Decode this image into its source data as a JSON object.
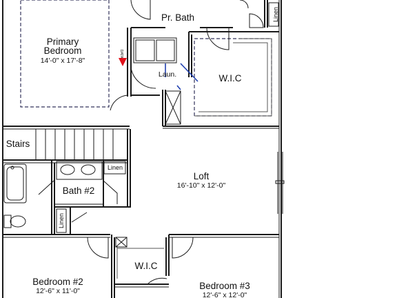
{
  "colors": {
    "wall": "#1a1a1a",
    "dashed": "#33335a",
    "door_highlight": "#1f3fb0",
    "marker": "#e0101a"
  },
  "rooms": {
    "primary_bedroom": {
      "name_line1": "Primary",
      "name_line2": "Bedroom",
      "dimensions": "14'-0\" x 17'-8\""
    },
    "primary_bath": {
      "name": "Pr. Bath"
    },
    "laundry": {
      "name": "Laun."
    },
    "wic_primary": {
      "name": "W.I.C"
    },
    "stairs": {
      "name": "Stairs"
    },
    "bath_2": {
      "name": "Bath #2"
    },
    "linen_top": {
      "name": "Linen"
    },
    "linen_bath": {
      "name": "Linen"
    },
    "linen_hall": {
      "name": "Linen"
    },
    "loft": {
      "name": "Loft",
      "dimensions": "16'-10\" x 12'-0\""
    },
    "wic_lower": {
      "name": "W.I.C"
    },
    "bedroom_2": {
      "name": "Bedroom #2",
      "dimensions": "12'-6\" x 11'-0\""
    },
    "bedroom_3": {
      "name": "Bedroom #3",
      "dimensions": "12'-6\" x 12'-0\""
    }
  },
  "marker": {
    "text": "DATA",
    "icon": "triangle-marker-icon"
  }
}
